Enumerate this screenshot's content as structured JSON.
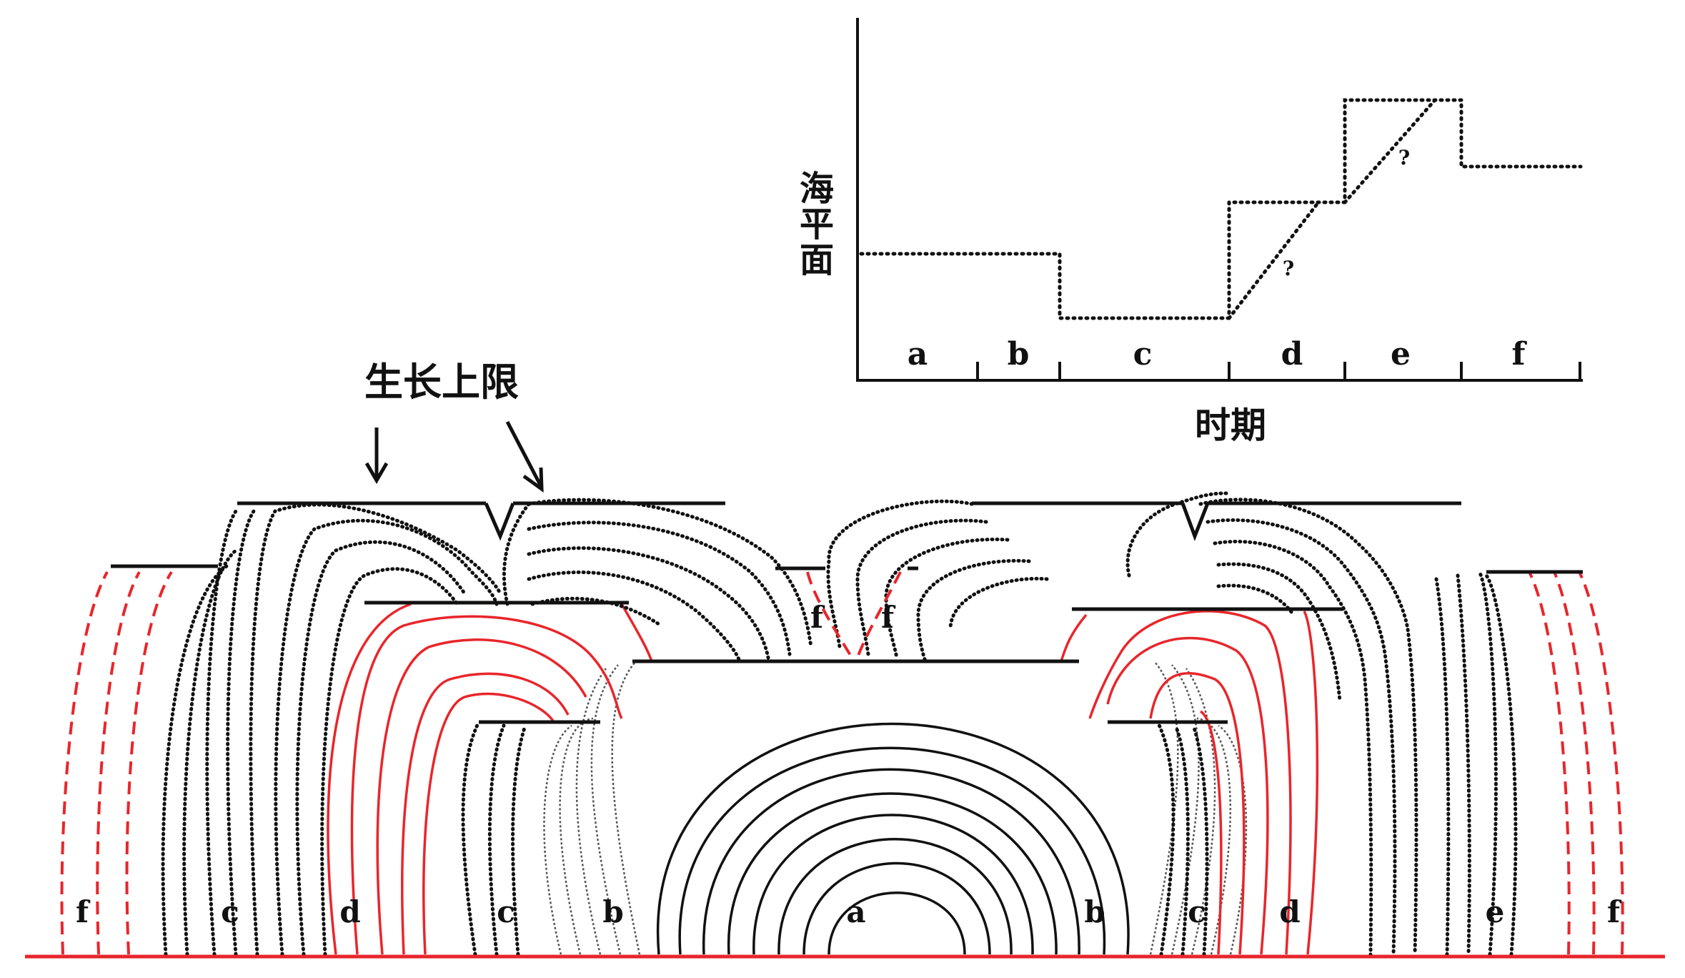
{
  "inset": {
    "y_axis_label": "海平面",
    "x_axis_label": "时期",
    "periods": [
      "a",
      "b",
      "c",
      "d",
      "e",
      "f"
    ],
    "question_marks": [
      "?",
      "?"
    ]
  },
  "annotation": {
    "upper_limit_label": "生长上限"
  },
  "section_labels": [
    "f",
    "c",
    "d",
    "c",
    "b",
    "a",
    "b",
    "c",
    "d",
    "e",
    "f"
  ],
  "upper_f_labels": [
    "f",
    "f"
  ],
  "colors": {
    "black": "#111111",
    "gray": "#555555",
    "red": "#e8262b",
    "dotted": "#111111"
  }
}
